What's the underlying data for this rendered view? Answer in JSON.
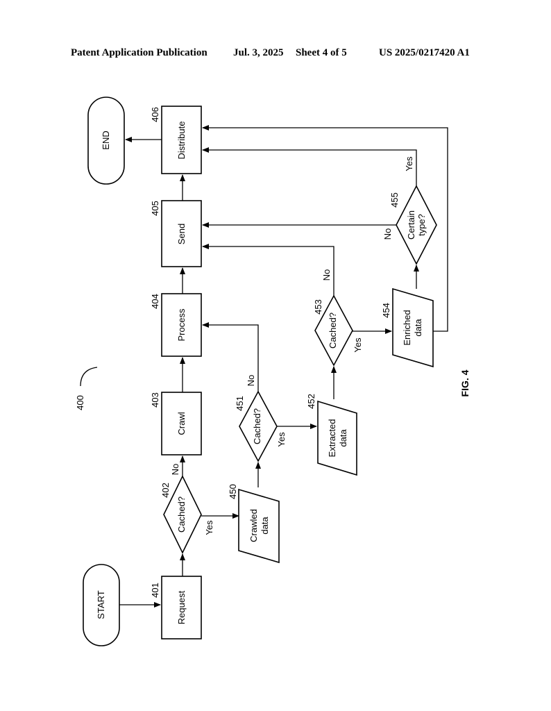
{
  "header": {
    "publication": "Patent Application Publication",
    "date": "Jul. 3, 2025",
    "sheet": "Sheet 4 of 5",
    "number": "US 2025/0217420 A1"
  },
  "figure": {
    "label": "FIG. 4",
    "ref": "400"
  },
  "nodes": {
    "start": {
      "label": "START"
    },
    "end": {
      "label": "END"
    },
    "request": {
      "label": "Request",
      "ref": "401"
    },
    "cached_402": {
      "label": "Cached?",
      "ref": "402"
    },
    "crawl": {
      "label": "Crawl",
      "ref": "403"
    },
    "process": {
      "label": "Process",
      "ref": "404"
    },
    "send": {
      "label": "Send",
      "ref": "405"
    },
    "distribute": {
      "label": "Distribute",
      "ref": "406"
    },
    "crawled_data": {
      "line1": "Crawled",
      "line2": "data",
      "ref": "450"
    },
    "cached_451": {
      "label": "Cached?",
      "ref": "451"
    },
    "extracted_data": {
      "line1": "Extracted",
      "line2": "data",
      "ref": "452"
    },
    "cached_453": {
      "label": "Cached?",
      "ref": "453"
    },
    "enriched_data": {
      "line1": "Enriched",
      "line2": "data",
      "ref": "454"
    },
    "certain_type": {
      "line1": "Certain",
      "line2": "type?",
      "ref": "455"
    }
  },
  "edges": {
    "no": "No",
    "yes": "Yes"
  }
}
